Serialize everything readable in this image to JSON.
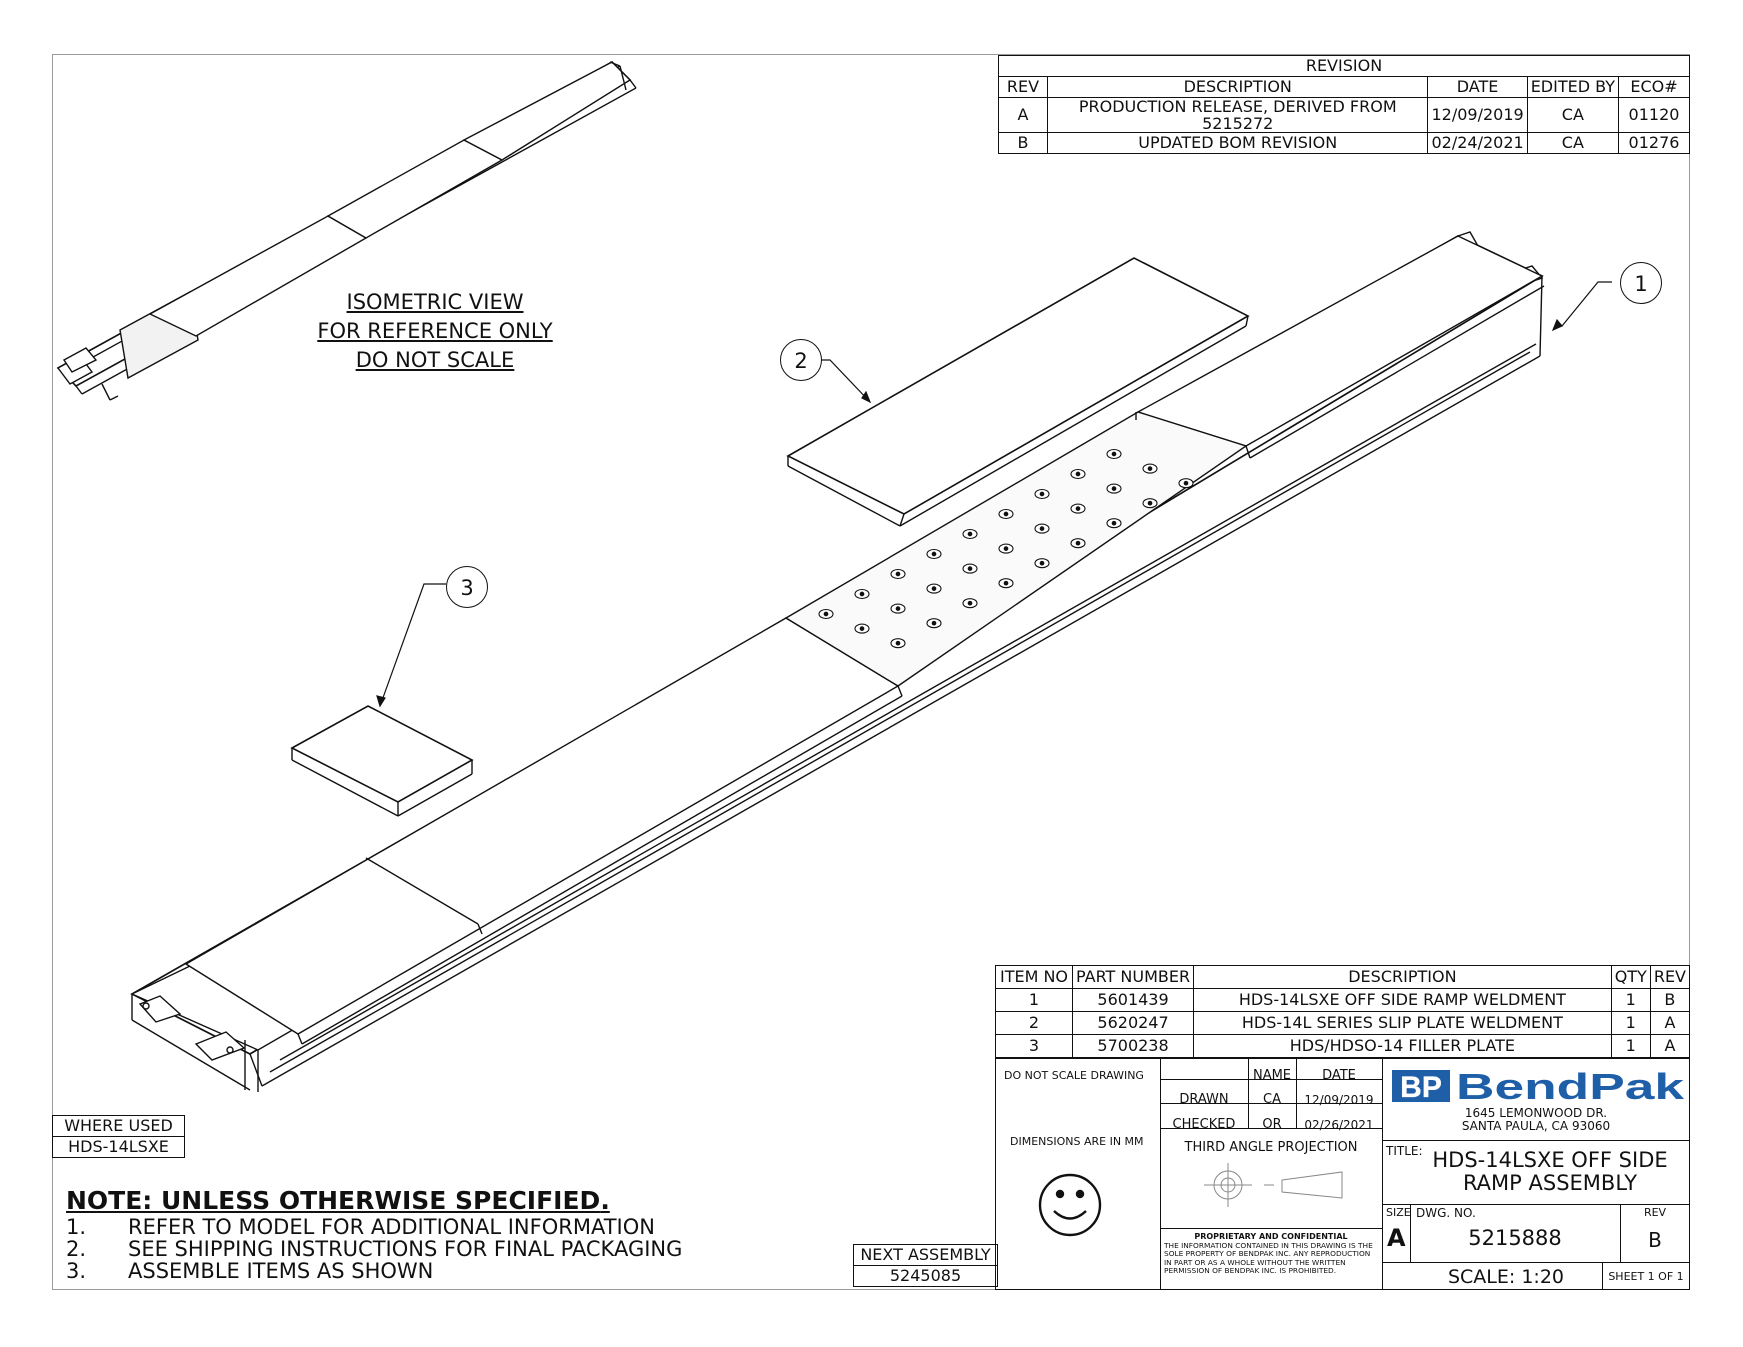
{
  "iso_note": [
    "ISOMETRIC VIEW",
    "FOR REFERENCE ONLY",
    "DO NOT SCALE"
  ],
  "callouts": [
    "1",
    "2",
    "3"
  ],
  "revision": {
    "title": "REVISION",
    "headers": [
      "REV",
      "DESCRIPTION",
      "DATE",
      "EDITED BY",
      "ECO#"
    ],
    "rows": [
      [
        "A",
        "PRODUCTION RELEASE, DERIVED FROM 5215272",
        "12/09/2019",
        "CA",
        "01120"
      ],
      [
        "B",
        "UPDATED BOM REVISION",
        "02/24/2021",
        "CA",
        "01276"
      ]
    ]
  },
  "bom": {
    "headers": [
      "ITEM NO",
      "PART NUMBER",
      "DESCRIPTION",
      "QTY",
      "REV"
    ],
    "rows": [
      [
        "1",
        "5601439",
        "HDS-14LSXE OFF SIDE RAMP WELDMENT",
        "1",
        "B"
      ],
      [
        "2",
        "5620247",
        "HDS-14L SERIES SLIP PLATE WELDMENT",
        "1",
        "A"
      ],
      [
        "3",
        "5700238",
        "HDS/HDSO-14 FILLER PLATE",
        "1",
        "A"
      ]
    ]
  },
  "where_used": {
    "label": "WHERE USED",
    "value": "HDS-14LSXE"
  },
  "notes": {
    "heading": "NOTE: UNLESS OTHERWISE SPECIFIED",
    "items": [
      [
        "1.",
        "REFER TO MODEL FOR ADDITIONAL INFORMATION"
      ],
      [
        "2.",
        "SEE SHIPPING INSTRUCTIONS FOR FINAL PACKAGING"
      ],
      [
        "3.",
        "ASSEMBLE ITEMS AS SHOWN"
      ]
    ]
  },
  "next_assembly": {
    "label": "NEXT ASSEMBLY",
    "value": "5245085"
  },
  "title_block": {
    "do_not_scale": "DO NOT SCALE DRAWING",
    "name_header": "NAME",
    "date_header": "DATE",
    "drawn_label": "DRAWN",
    "drawn_name": "CA",
    "drawn_date": "12/09/2019",
    "checked_label": "CHECKED",
    "checked_name": "OR",
    "checked_date": "02/26/2021",
    "dimensions_note": "DIMENSIONS ARE IN MM",
    "projection": "THIRD ANGLE PROJECTION",
    "proprietary_title": "PROPRIETARY AND CONFIDENTIAL",
    "proprietary_text": "THE INFORMATION CONTAINED IN THIS DRAWING IS THE SOLE PROPERTY OF BENDPAK INC. ANY REPRODUCTION IN PART OR AS A WHOLE WITHOUT THE WRITTEN PERMISSION OF BENDPAK INC. IS PROHIBITED.",
    "company_logo": "BendPak",
    "company_mark": "BP",
    "address_1": "1645 LEMONWOOD DR.",
    "address_2": "SANTA PAULA, CA 93060",
    "title_label": "TITLE:",
    "title_1": "HDS-14LSXE OFF SIDE",
    "title_2": "RAMP ASSEMBLY",
    "size_label": "SIZE",
    "size_value": "A",
    "dwg_no_label": "DWG.  NO.",
    "dwg_no": "5215888",
    "rev_label": "REV",
    "rev_value": "B",
    "scale": "SCALE: 1:20",
    "sheet": "SHEET 1 OF 1"
  },
  "colors": {
    "line": "#111111",
    "frame": "#9a9a9a",
    "logo_blue": "#1f5fa8",
    "logo_grey": "#8a8a8a"
  }
}
